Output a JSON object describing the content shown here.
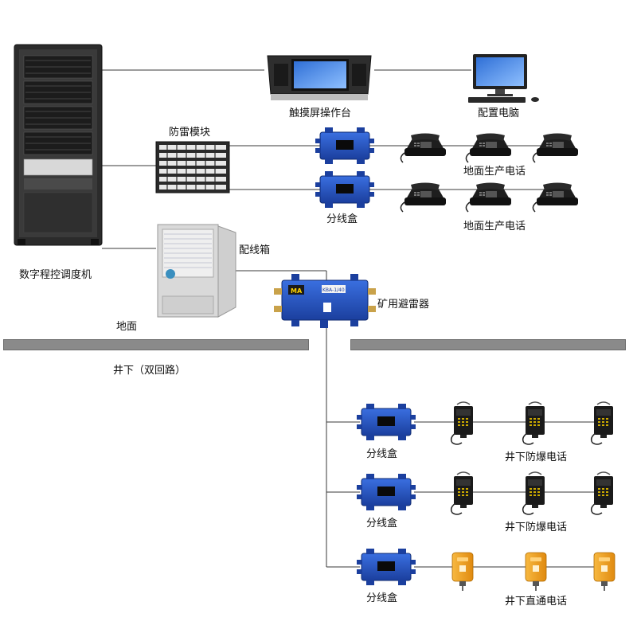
{
  "labels": {
    "rack": "数字程控调度机",
    "console": "触摸屏操作台",
    "computer": "配置电脑",
    "lightning_module": "防雷模块",
    "surface_phone_1": "地面生产电话",
    "surface_phone_2": "地面生产电话",
    "junction_box_surface": "分线盒",
    "distribution_cabinet": "配线箱",
    "mine_arrester": "矿用避雷器",
    "ground_surface": "地面",
    "underground": "井下（双回路）",
    "junction_box_1": "分线盒",
    "junction_box_2": "分线盒",
    "junction_box_3": "分线盒",
    "explosion_phone_1": "井下防爆电话",
    "explosion_phone_2": "井下防爆电话",
    "direct_phone": "井下直通电话"
  },
  "device_marks": {
    "arrester_logo": "MA",
    "arrester_plate": "KBA-1/40"
  },
  "colors": {
    "line": "#3a3a3a",
    "ground_bar": "#8a8a8a",
    "blue_box": "#1f4fbf",
    "rack": "#2b2b2b",
    "orange_phone": "#f0a020"
  }
}
